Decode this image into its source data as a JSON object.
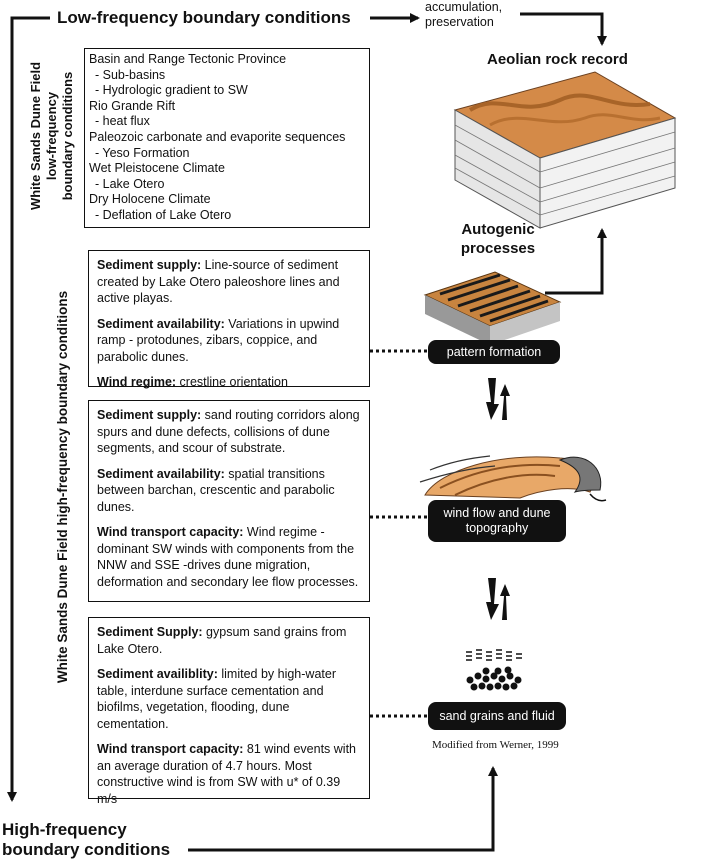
{
  "low_freq": {
    "title": "Low-frequency boundary conditions",
    "vertical_label_line1": "White Sands Dune Field",
    "vertical_label_line2": "low-frequency",
    "vertical_label_line3": "boundary conditions",
    "items": [
      {
        "text": "Basin and Range Tectonic Province",
        "sub": false
      },
      {
        "text": "- Sub-basins",
        "sub": true
      },
      {
        "text": "- Hydrologic gradient to SW",
        "sub": true
      },
      {
        "text": "Rio Grande Rift",
        "sub": false
      },
      {
        "text": "- heat flux",
        "sub": true
      },
      {
        "text": "Paleozoic carbonate and evaporite sequences",
        "sub": false
      },
      {
        "text": "- Yeso Formation",
        "sub": true
      },
      {
        "text": "Wet Pleistocene Climate",
        "sub": false
      },
      {
        "text": "- Lake Otero",
        "sub": true
      },
      {
        "text": "Dry Holocene Climate",
        "sub": false
      },
      {
        "text": "- Deflation of Lake Otero",
        "sub": true
      }
    ]
  },
  "accumulation": {
    "line1": "accumulation,",
    "line2": "preservation"
  },
  "aeolian_title": "Aeolian rock record",
  "autogenic": {
    "line1": "Autogenic",
    "line2": "processes"
  },
  "high_freq": {
    "vertical_label": "White Sands Dune Field high-frequency boundary conditions",
    "title_line1": "High-frequency",
    "title_line2": "boundary conditions",
    "box1": {
      "supply_label": "Sediment supply:",
      "supply_text": " Line-source of sediment created by Lake Otero paleoshore lines and active playas.",
      "avail_label": "Sediment availability:",
      "avail_text": " Variations in upwind ramp - protodunes, zibars, coppice, and parabolic dunes.",
      "wind_label": "Wind regime:",
      "wind_text": " crestline orientation"
    },
    "box2": {
      "supply_label": "Sediment supply:",
      "supply_text": " sand routing corridors along spurs and dune defects,  collisions of dune segments, and scour of substrate.",
      "avail_label": "Sediment availability:",
      "avail_text": " spatial transitions between barchan, crescentic and parabolic dunes.",
      "wind_label": "Wind transport capacity:",
      "wind_text": " Wind regime - dominant SW winds with components from the NNW and SSE -drives dune migration, deformation and secondary lee flow processes."
    },
    "box3": {
      "supply_label": "Sediment Supply:",
      "supply_text": " gypsum sand grains from Lake Otero.",
      "avail_label": "Sediment availiblity:",
      "avail_text": " limited by high-water table, interdune surface cementation and biofilms, vegetation, flooding, dune cementation.",
      "wind_label": "Wind transport capacity:",
      "wind_text": " 81 wind events with an average duration of 4.7 hours. Most constructive wind is from SW with u* of 0.39 m/s"
    }
  },
  "pills": {
    "pattern": "pattern formation",
    "wind_flow_line1": "wind flow and dune",
    "wind_flow_line2": "topography",
    "sand": "sand grains and fluid"
  },
  "credit": "Modified from Werner, 1999",
  "colors": {
    "sand": "#d98f4c",
    "sand_light": "#e8a868",
    "dark": "#111111",
    "gray_block": "#b8b8b8"
  }
}
